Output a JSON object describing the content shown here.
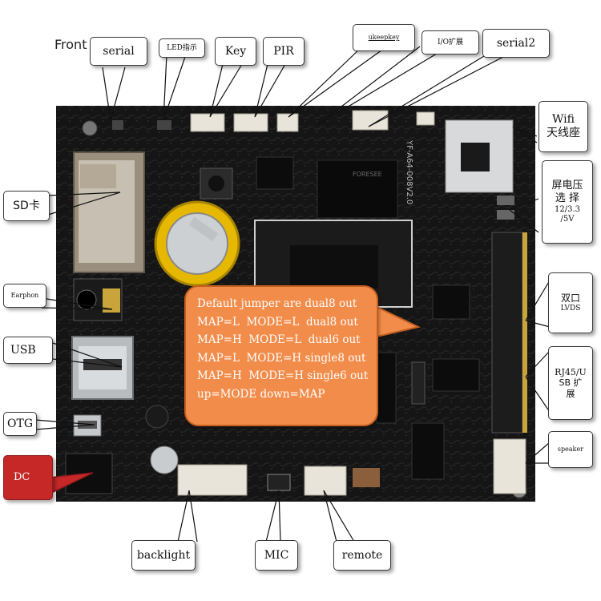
{
  "labels": {
    "front": "Front",
    "serial": "serial",
    "led": "LED指示",
    "key": "Key",
    "pir": "PIR",
    "ukeepkey": "ukeepkey",
    "io": "I/O扩展",
    "serial2": "serial2",
    "wifi_line1": "Wifi",
    "wifi_line2": "天线座",
    "screen_line1": "屏电压",
    "screen_line2": "选 择",
    "screen_line3": "12/3.3",
    "screen_line4": "/5V",
    "sd": "SD卡",
    "earphone": "Earphon",
    "usb": "USB",
    "otg": "OTG",
    "dc": "DC",
    "lvds_line1": "双口",
    "lvds_line2": "LVDS",
    "rj45_line1": "RJ45/U",
    "rj45_line2": "SB 扩",
    "rj45_line3": "展",
    "speaker": "speaker",
    "backlight": "backlight",
    "mic": "MIC",
    "remote": "remote"
  },
  "callout": {
    "lines": [
      "Default jumper are dual8 out",
      "MAP=L  MODE=L  dual8 out",
      "MAP=H  MODE=L  dual6 out",
      "MAP=L  MODE=H single8 out",
      "MAP=H  MODE=H single6 out",
      "up=MODE down=MAP"
    ]
  },
  "board_silkscreen": {
    "cpu_part": "FORESEE",
    "board_model": "YF-A64-008V2.0"
  },
  "colors": {
    "board": "#141414",
    "callout_fill": "#f28c4a",
    "callout_border": "#c45f1f",
    "dc_label": "#c62828",
    "battery": "#e6b800"
  }
}
